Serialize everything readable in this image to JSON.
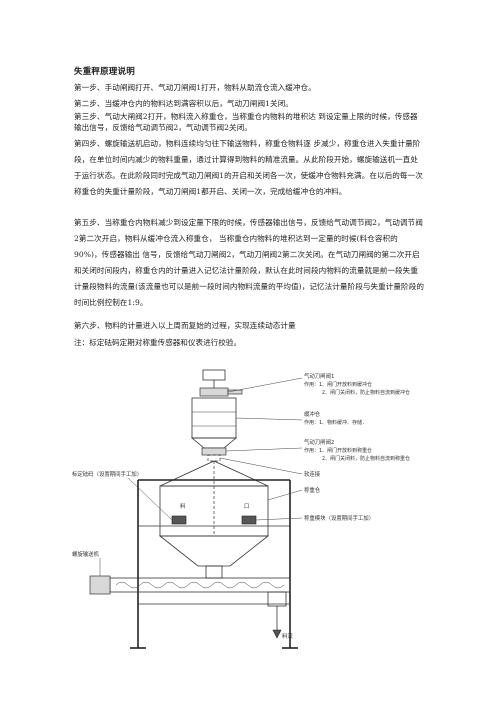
{
  "document": {
    "title": "失重秤原理说明",
    "steps": [
      "第一步、手动闸阀打开、气动刀闸阀1打开，物料从助流仓流入缓冲仓。",
      "第二步、当缓冲仓内的物料达到满容积以后，气动刀闸阀1关闭。",
      "第三步、气动大闸阀2打开，物料流入称重仓，当称重仓内物料的堆积达  到设定量上限的时候，传感器输出信号，反馈给气动调节阀2，气动调节阀2关闭。",
      "第四步、螺旋输送机启动，物料连续均匀往下输送物料，称重仓物料逐  步减少，称重仓进入失重计量阶段，在单位时间内减少的物料重量，通过计算得到物料的精准流量。从此阶段开始，螺旋输送机一直处于运行状态。在此阶段同时完成气动刀闸阀1的开启和关闭各一次，使缓冲仓物料充满。在以后的每一次称重仓的失重计量阶段，气动刀闸阀1都开启、关闭一次，完成给缓冲仓的冲料。",
      "第五步、当称重仓内物料减少到设定量下限的时候，传感器输出信号，反馈给气动调节阀2，气动调节阀2第二次开启，物料从缓冲仓流入称重仓，  当称重仓内物料的堆积达到一定量的时候(料仓容积的90%)，传感器输出  信号，反馈给气动刀闸阀2，气动刀闸阀2第二次关闭。在气动刀闸阀的第二次开启和关闭时间段内，称重仓内的计量进入记忆法计量阶段，默认在此时间段内物料的流量就是前一段失重计量段物料的流量(该流量也可以是前一段时间内物料流量的平均值)，记忆法计量阶段与失重计量阶段的时间比例控制在1:9。",
      "第六步、物料的计量进入以上周而复始的过程，实现连续动态计量"
    ],
    "note": "注：标定砝码定期对称重传感器和仪表进行校验。"
  },
  "diagram": {
    "labels": {
      "valve1_title": "气动刀闸阀1",
      "valve1_fn1": "作用：1、闸门开放料到缓冲仓",
      "valve1_fn2": "2、闸门关闭料，防止物料自流到缓冲仓",
      "buffer_title": "缓冲仓",
      "buffer_fn": "作用：1、物料缓冲、存储.",
      "valve2_title": "气动刀闸阀2",
      "valve2_fn1": "作用：1、闸门开放料到称重仓",
      "valve2_fn2": "2、闸门关闭料，防止物料自流到称重仓",
      "soft_conn": "软连接",
      "weigh_bin": "称重仓",
      "calib_weight": "标定砝码（设置期间手工加）",
      "weigh_module": "称重模块（设置期间手工加）",
      "screw_conveyor": "螺旋输送机",
      "discharge": "料流",
      "inside_left": "料",
      "inside_right": "口"
    }
  }
}
